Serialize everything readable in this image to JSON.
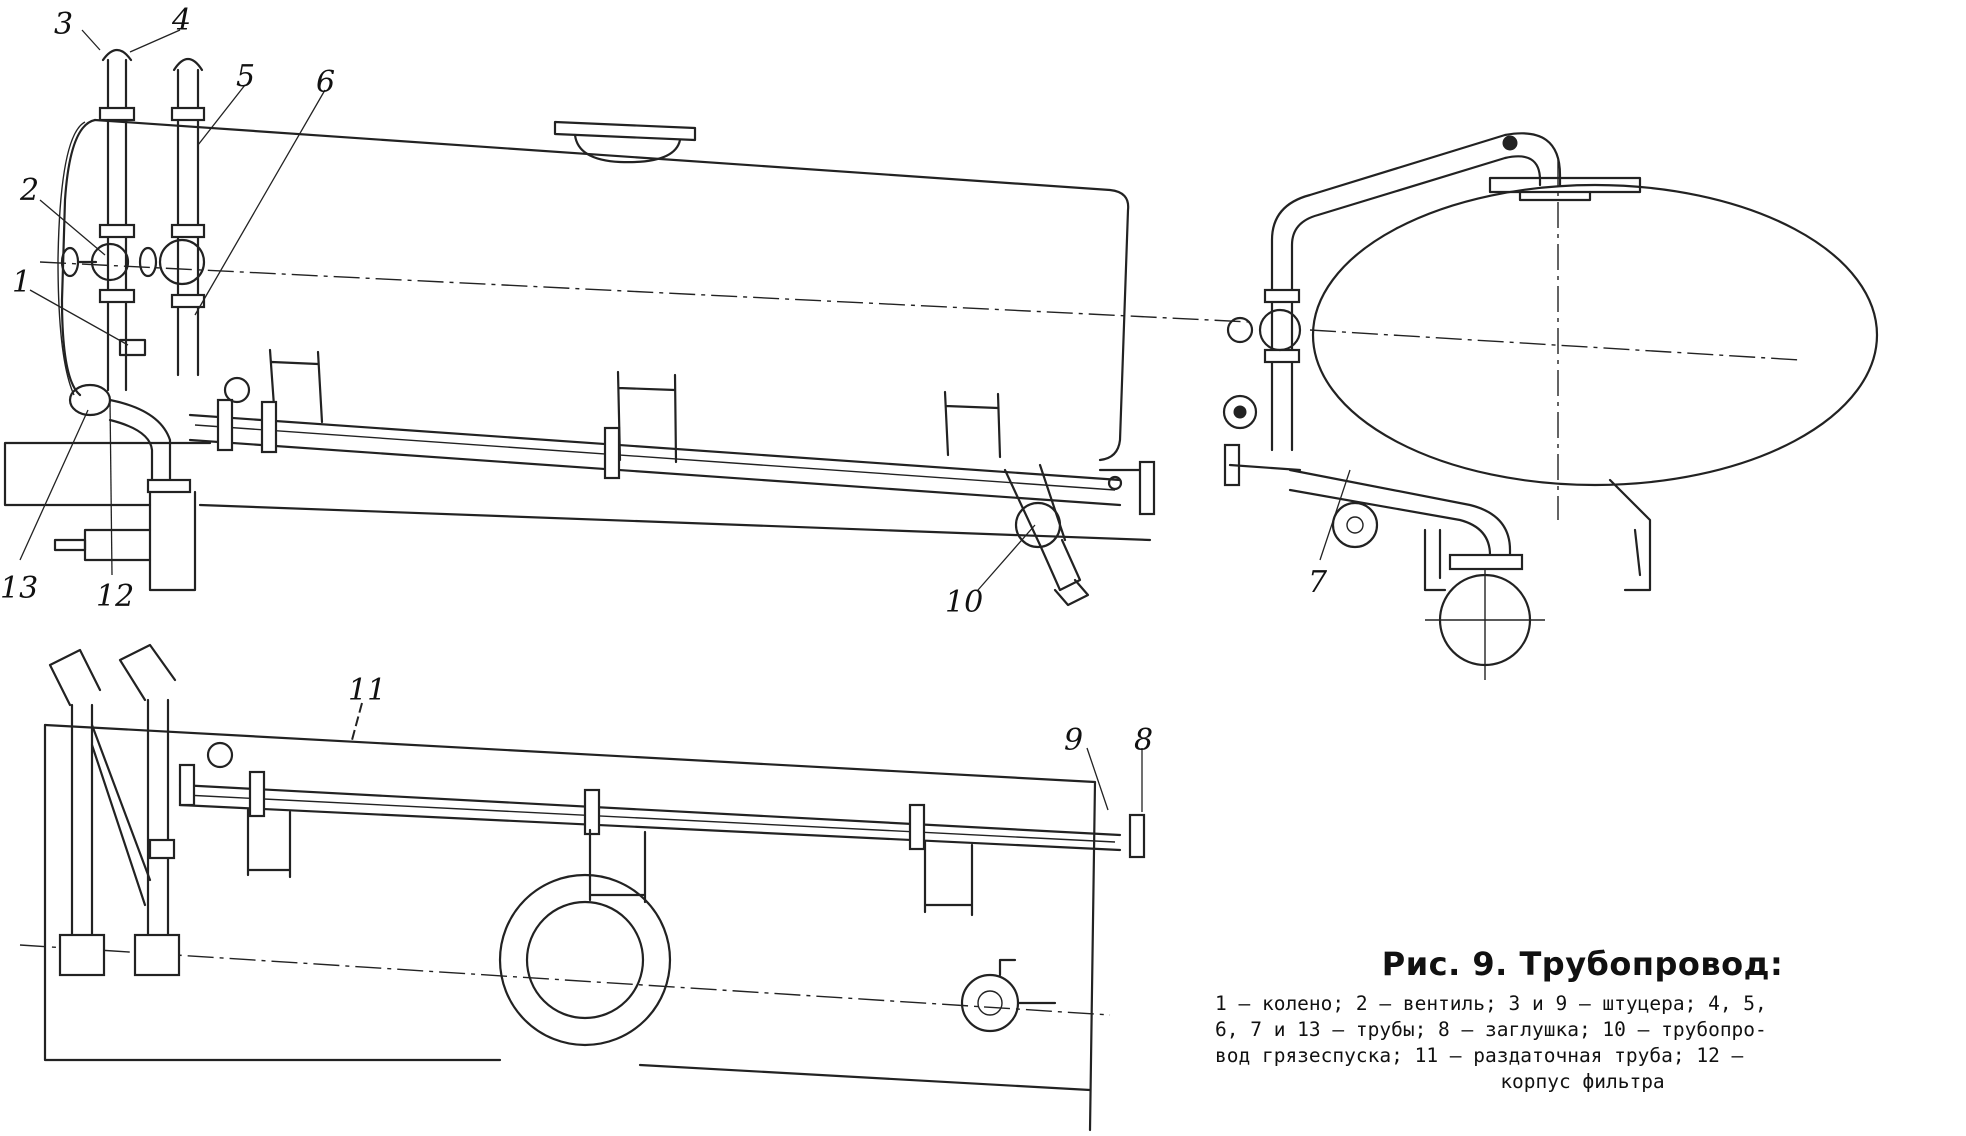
{
  "figure": {
    "title": "Рис. 9. Трубопровод:",
    "legend_lines": [
      "1 — колено; 2 — вентиль; 3 и 9 — штуцера; 4, 5,",
      "6, 7 и 13 — трубы; 8 — заглушка; 10 — трубопро-",
      "вод грязеспуска; 11 — раздаточная труба; 12 —",
      "корпус фильтра"
    ],
    "callouts": {
      "c1": "1",
      "c2": "2",
      "c3": "3",
      "c4": "4",
      "c5": "5",
      "c6": "6",
      "c7": "7",
      "c8": "8",
      "c9": "9",
      "c10": "10",
      "c11": "11",
      "c12": "12",
      "c13": "13"
    }
  }
}
